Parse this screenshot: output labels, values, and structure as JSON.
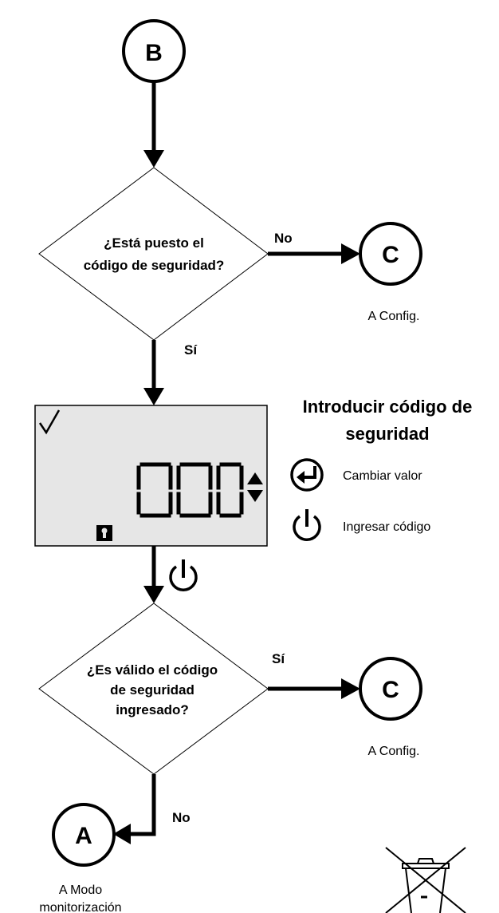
{
  "connectors": {
    "top": "B",
    "right_1": "C",
    "right_2": "C",
    "bottom": "A"
  },
  "decision_1": {
    "line1": "¿Está puesto el",
    "line2": "código de seguridad?",
    "no_label": "No",
    "yes_label": "Sí",
    "no_target_caption": "A Config."
  },
  "display_panel": {
    "digits": "000",
    "heading_line1": "Introducir código de",
    "heading_line2": "seguridad",
    "legend": [
      {
        "icon": "enter-arrow-icon",
        "label": "Cambiar valor"
      },
      {
        "icon": "power-icon",
        "label": "Ingresar código"
      }
    ]
  },
  "decision_2": {
    "line1": "¿Es válido el código",
    "line2": "de seguridad",
    "line3": "ingresado?",
    "yes_label": "Sí",
    "no_label": "No",
    "yes_target_caption": "A Config.",
    "no_target_caption_line1": "A Modo",
    "no_target_caption_line2": "monitorización"
  },
  "colors": {
    "lcd_background": "#e6e6e6",
    "ink": "#000000"
  }
}
